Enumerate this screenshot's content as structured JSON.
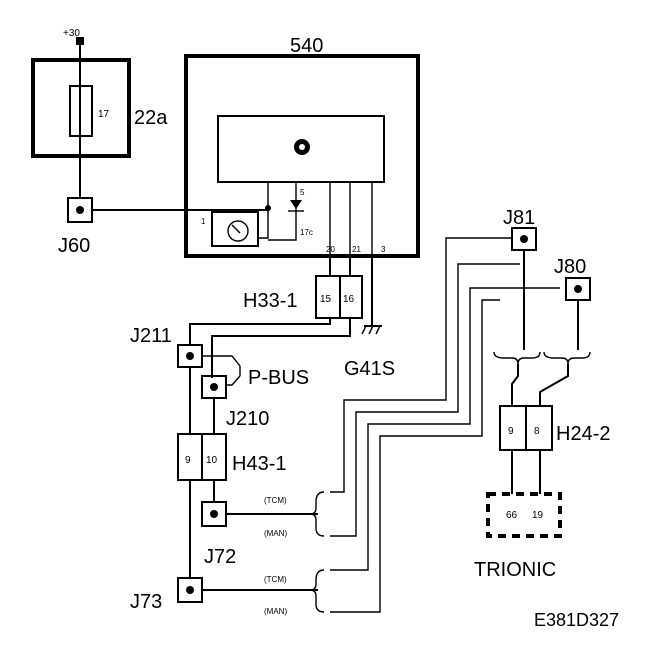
{
  "figure": {
    "label_supply": "+30",
    "label_fuse_block": "22a",
    "label_fuse_num": "17",
    "label_j60": "J60",
    "label_540": "540",
    "label_ecu_pin_1": "1",
    "label_ecu_pin_20": "20",
    "label_ecu_pin_21": "21",
    "label_ecu_pin_3": "3",
    "label_diode_a": "5",
    "label_diode_b": "17c",
    "label_h33": "H33-1",
    "label_h33_pin_a": "15",
    "label_h33_pin_b": "16",
    "label_g41s": "G41S",
    "label_j211": "J211",
    "label_pbus": "P-BUS",
    "label_j210": "J210",
    "label_h43": "H43-1",
    "label_h43_pin_a": "9",
    "label_h43_pin_b": "10",
    "label_j72": "J72",
    "label_j73": "J73",
    "label_tcm": "(TCM)",
    "label_man": "(MAN)",
    "label_j81": "J81",
    "label_j80": "J80",
    "label_h24": "H24-2",
    "label_h24_pin_a": "9",
    "label_h24_pin_b": "8",
    "label_trionic_pin_a": "66",
    "label_trionic_pin_b": "19",
    "label_trionic": "TRIONIC",
    "label_figure_code": "E381D327"
  }
}
